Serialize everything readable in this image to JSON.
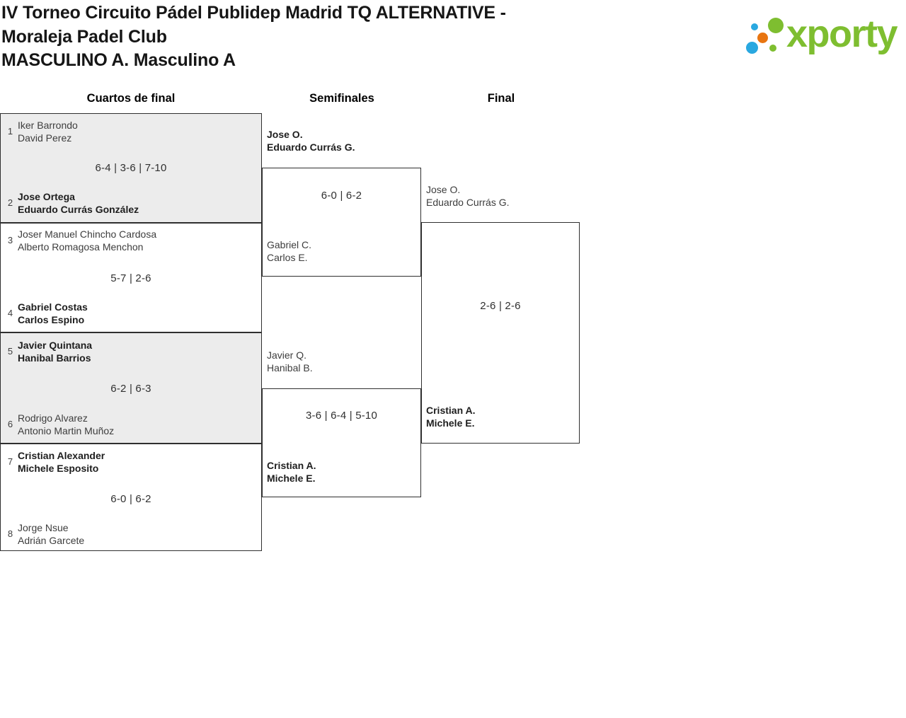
{
  "header": {
    "tournament_name": "IV Torneo Circuito Pádel Publidep Madrid TQ ALTERNATIVE - Moraleja Padel Club",
    "category": "MASCULINO A. Masculino A"
  },
  "logo": {
    "text": "xporty",
    "colors": {
      "green": "#7ebe30",
      "blue": "#29a8e0",
      "orange": "#e87511"
    }
  },
  "columns": [
    "Cuartos de final",
    "Semifinales",
    "Final"
  ],
  "bracket": {
    "quarterfinals": [
      {
        "seed_top": "1",
        "players_top": [
          "Iker Barrondo",
          "David Perez"
        ],
        "top_winner": false,
        "score": "6-4 | 3-6 | 7-10",
        "seed_bottom": "2",
        "players_bottom": [
          "Jose Ortega",
          "Eduardo Currás González"
        ],
        "bottom_winner": true
      },
      {
        "seed_top": "3",
        "players_top": [
          "Joser Manuel Chincho Cardosa",
          "Alberto Romagosa Menchon"
        ],
        "top_winner": false,
        "score": "5-7 | 2-6",
        "seed_bottom": "4",
        "players_bottom": [
          "Gabriel Costas",
          "Carlos Espino"
        ],
        "bottom_winner": true
      },
      {
        "seed_top": "5",
        "players_top": [
          "Javier Quintana",
          "Hanibal Barrios"
        ],
        "top_winner": true,
        "score": "6-2 | 6-3",
        "seed_bottom": "6",
        "players_bottom": [
          "Rodrigo Alvarez",
          "Antonio Martin Muñoz"
        ],
        "bottom_winner": false
      },
      {
        "seed_top": "7",
        "players_top": [
          "Cristian Alexander",
          "Michele Esposito"
        ],
        "top_winner": true,
        "score": "6-0 | 6-2",
        "seed_bottom": "8",
        "players_bottom": [
          "Jorge Nsue",
          "Adrián Garcete"
        ],
        "bottom_winner": false
      }
    ],
    "semifinals": [
      {
        "players_top": [
          "Jose O.",
          "Eduardo Currás G."
        ],
        "top_winner": true,
        "score": "6-0 | 6-2",
        "players_bottom": [
          "Gabriel C.",
          "Carlos E."
        ],
        "bottom_winner": false
      },
      {
        "players_top": [
          "Javier Q.",
          "Hanibal B."
        ],
        "top_winner": false,
        "score": "3-6 | 6-4 | 5-10",
        "players_bottom": [
          "Cristian A.",
          "Michele E."
        ],
        "bottom_winner": true
      }
    ],
    "final": {
      "players_top": [
        "Jose O.",
        "Eduardo Currás G."
      ],
      "top_winner": false,
      "score": "2-6 | 2-6",
      "players_bottom": [
        "Cristian A.",
        "Michele E."
      ],
      "bottom_winner": true
    }
  }
}
